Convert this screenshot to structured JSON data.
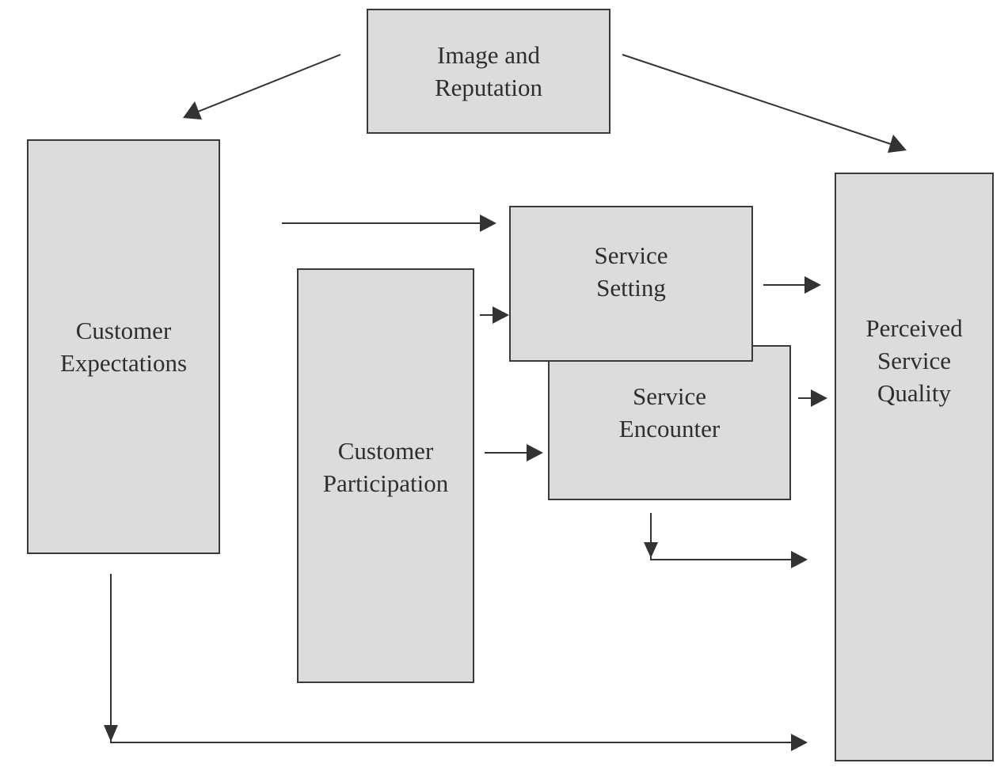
{
  "diagram": {
    "nodes": {
      "image_reputation": {
        "line1": "Image and",
        "line2": "Reputation"
      },
      "customer_expectations": {
        "line1": "Customer",
        "line2": "Expectations"
      },
      "customer_participation": {
        "line1": "Customer",
        "line2": "Participation"
      },
      "service_setting": {
        "line1": "Service",
        "line2": "Setting"
      },
      "service_encounter": {
        "line1": "Service",
        "line2": "Encounter"
      },
      "perceived_service_quality": {
        "line1": "Perceived",
        "line2": "Service",
        "line3": "Quality"
      }
    },
    "edges": [
      {
        "from": "Image and Reputation",
        "to": "Customer Expectations"
      },
      {
        "from": "Image and Reputation",
        "to": "Perceived Service Quality"
      },
      {
        "from": "Customer Expectations",
        "to": "Service Setting"
      },
      {
        "from": "Customer Participation",
        "to": "Service Setting"
      },
      {
        "from": "Customer Participation",
        "to": "Service Encounter"
      },
      {
        "from": "Service Setting",
        "to": "Perceived Service Quality"
      },
      {
        "from": "Service Encounter",
        "to": "Perceived Service Quality"
      },
      {
        "from": "Service Encounter",
        "to": "Perceived Service Quality"
      },
      {
        "from": "Customer Expectations",
        "to": "Perceived Service Quality"
      }
    ],
    "colors": {
      "box_fill": "#dcdcdc",
      "box_border": "#3a3a3a",
      "arrow": "#333333",
      "text": "#2e2e2e"
    }
  }
}
